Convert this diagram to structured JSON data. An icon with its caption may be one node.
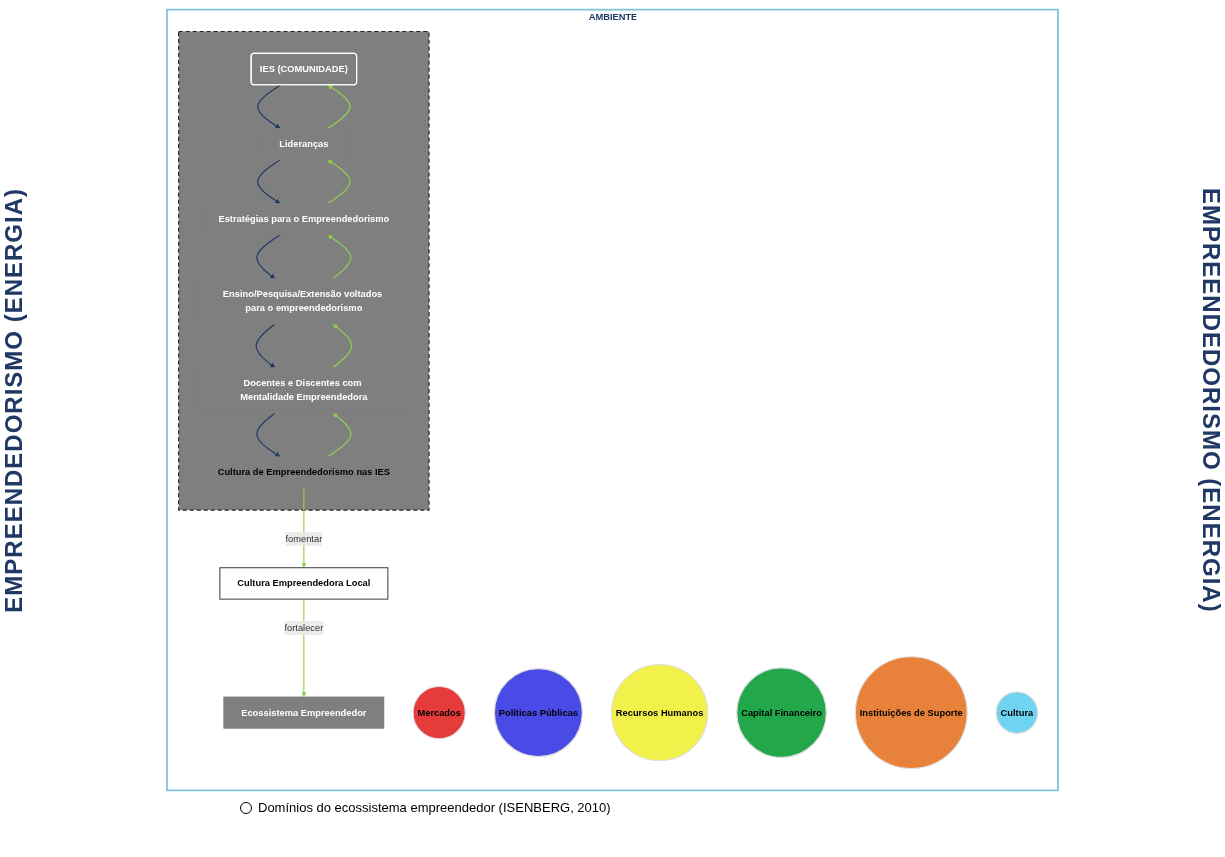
{
  "diagram": {
    "nodes": [
      {
        "text": [
          "AMBIENTE"
        ]
      },
      {
        "text": [
          "Mercados"
        ],
        "in": 0
      },
      {
        "text": [
          "Políticas Públicas"
        ],
        "in": 0
      },
      {
        "text": [],
        "shape": "box",
        "in": 0
      },
      {
        "text": [
          "IES (COMUNIDADE)"
        ],
        "in": 3
      },
      {
        "text": [
          "Lideranças"
        ],
        "in": 3
      },
      {
        "text": [
          "Estratégias para o Empreendedorismo"
        ],
        "in": 3
      },
      {
        "text": [
          "Recursos Humanos"
        ],
        "in": 0
      },
      {
        "text": [
          "Capital Financeiro"
        ],
        "in": 0
      },
      {
        "text": [
          "Ensino/Pesquisa/Extensão voltados para o empreendedorismo"
        ],
        "in": 3
      },
      {
        "text": [
          "Ecossistema Empreendedor"
        ],
        "in": 0
      },
      {
        "text": [
          "Docentes e Discentes com Mentalidade Empreendedora"
        ],
        "in": 3
      },
      {
        "text": [
          "Cultura Empreendedora Local"
        ],
        "in": 0
      },
      {
        "text": [
          "Cultura de Empreendedorismo nas IES"
        ],
        "in": 3
      },
      {
        "text": [
          "Instituições de Suporte"
        ],
        "in": 0
      },
      {
        "text": [
          "Cultura"
        ],
        "in": 0
      }
    ],
    "edges": [
      {
        "from": 5,
        "to": 4,
        "arrow": "to",
        "color": "#92d050"
      },
      {
        "from": 4,
        "to": 5,
        "arrow": "to",
        "color": "#1f3864"
      },
      {
        "from": 6,
        "to": 5,
        "arrow": "to",
        "color": "#92d050"
      },
      {
        "from": 5,
        "to": 6,
        "arrow": "to",
        "color": "#1f3864"
      },
      {
        "from": 9,
        "to": 6,
        "arrow": "to",
        "color": "#92d050"
      },
      {
        "from": 6,
        "to": 9,
        "arrow": "to",
        "color": "#1f3864"
      },
      {
        "from": 11,
        "to": 9,
        "arrow": "to",
        "color": "#92d050"
      },
      {
        "from": 9,
        "to": 11,
        "arrow": "to",
        "color": "#1f3864"
      },
      {
        "from": 13,
        "to": 11,
        "arrow": "to",
        "color": "#92d050"
      },
      {
        "from": 11,
        "to": 13,
        "arrow": "to",
        "color": "#1f3864"
      },
      {
        "from": 13,
        "to": 12,
        "label": "fomentar",
        "arrow": "to",
        "color": "#92d050"
      },
      {
        "from": 12,
        "to": 10,
        "label": "fortalecer",
        "arrow": "to",
        "color": "#92d050"
      }
    ],
    "labels": [
      "EMPREENDEDORISMO (ENERGIA)",
      "EMPREENDEDORISMO (ENERGIA)"
    ],
    "legend": [
      {
        "text": "Domínios do ecossistema empreendedor (ISENBERG, 2010)"
      }
    ]
  }
}
